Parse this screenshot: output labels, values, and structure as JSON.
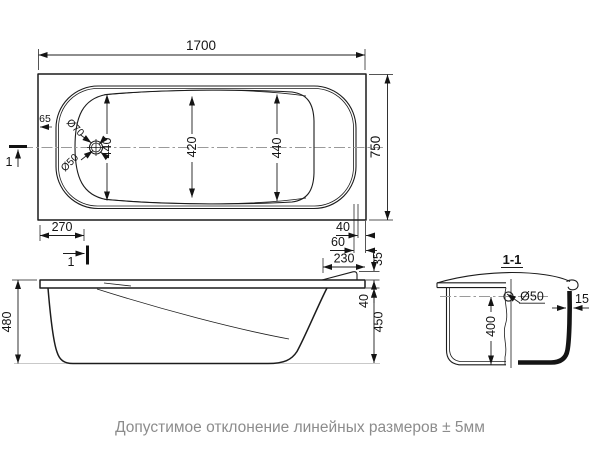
{
  "caption": "Допустимое отклонение линейных размеров ± 5мм",
  "top_view": {
    "length": "1700",
    "width": "750",
    "inner_width_left": "440",
    "inner_width_middle": "420",
    "inner_width_right": "440",
    "edge_offset": "65",
    "drain_outer_dia": "Ø70",
    "drain_inner_dia": "Ø50",
    "drain_from_left": "270",
    "overflow_offset_1": "40",
    "overflow_offset_2": "60",
    "section_mark": "1"
  },
  "side_view": {
    "total_height": "480",
    "headrest_length": "230",
    "rim_rise": "35",
    "rim_thickness": "40",
    "body_height": "450",
    "section_mark": "1"
  },
  "section_view": {
    "title": "1-1",
    "inner_depth": "400",
    "drain_dia": "Ø50",
    "wall_thickness": "15"
  }
}
